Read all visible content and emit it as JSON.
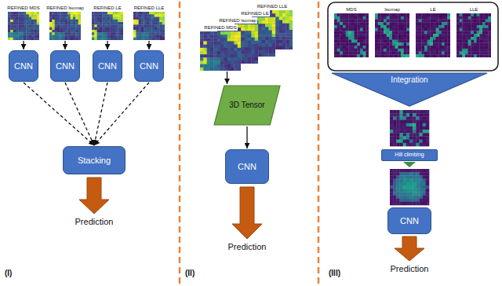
{
  "diagram": {
    "nodes": [
      {
        "text": [
          "REFINED MDS"
        ]
      },
      {
        "text": [
          "REFINED Isomap"
        ]
      },
      {
        "text": [
          "REFINED LE"
        ]
      },
      {
        "text": [
          "REFINED LLE"
        ]
      },
      {
        "text": [
          "CNN"
        ]
      },
      {
        "text": [
          "CNN"
        ]
      },
      {
        "text": [
          "CNN"
        ]
      },
      {
        "text": [
          "CNN"
        ]
      },
      {
        "text": [
          "Stacking"
        ]
      },
      {
        "text": [
          "REFINED MDS"
        ]
      },
      {
        "text": [
          "REFINED Isomap"
        ]
      },
      {
        "text": [
          "REFINED LE"
        ]
      },
      {
        "text": [
          "REFINED LLE"
        ]
      },
      {
        "text": [
          "3D Tensor"
        ]
      },
      {
        "text": [
          "CNN"
        ]
      },
      {
        "text": [
          "MDS"
        ]
      },
      {
        "text": [
          "Isomap"
        ]
      },
      {
        "text": [
          "LE"
        ]
      },
      {
        "text": [
          "LLE"
        ]
      },
      {
        "text": [
          "Integration"
        ]
      },
      {
        "text": [
          "Hill climbing"
        ]
      },
      {
        "text": [
          "CNN"
        ]
      }
    ],
    "edges": [
      {
        "from": 0,
        "to": 4,
        "arrow": "to"
      },
      {
        "from": 1,
        "to": 5,
        "arrow": "to"
      },
      {
        "from": 2,
        "to": 6,
        "arrow": "to"
      },
      {
        "from": 3,
        "to": 7,
        "arrow": "to"
      },
      {
        "from": 4,
        "to": 8,
        "arrow": "to"
      },
      {
        "from": 5,
        "to": 8,
        "arrow": "to"
      },
      {
        "from": 6,
        "to": 8,
        "arrow": "to"
      },
      {
        "from": 7,
        "to": 8,
        "arrow": "to"
      },
      {
        "from": 9,
        "to": 13,
        "arrow": "to"
      },
      {
        "from": 13,
        "to": 14,
        "arrow": "to"
      }
    ],
    "labels": [
      "Prediction",
      "(I)",
      "Prediction",
      "(II)",
      "Prediction",
      "(III)"
    ]
  }
}
